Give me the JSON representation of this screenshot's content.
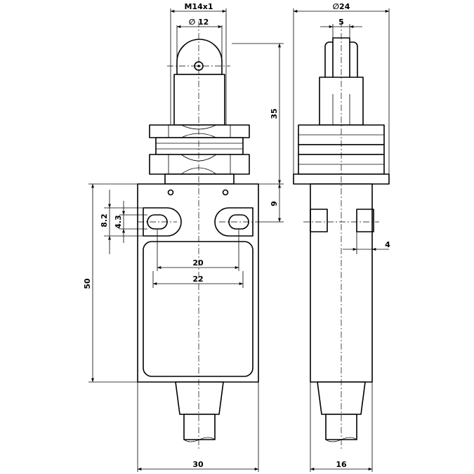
{
  "dimensions": {
    "thread": "M14x1",
    "roller_diameter": "12",
    "body_diameter": "24",
    "roller_width": "5",
    "actuator_height": "35",
    "mount_hole_offset": "9",
    "slot_length": "8.2",
    "slot_width": "4.3",
    "hole_spacing_inner": "20",
    "hole_spacing_outer": "22",
    "body_height": "50",
    "body_width": "30",
    "body_depth": "16",
    "side_offset": "4"
  },
  "symbols": {
    "diameter": "∅"
  }
}
